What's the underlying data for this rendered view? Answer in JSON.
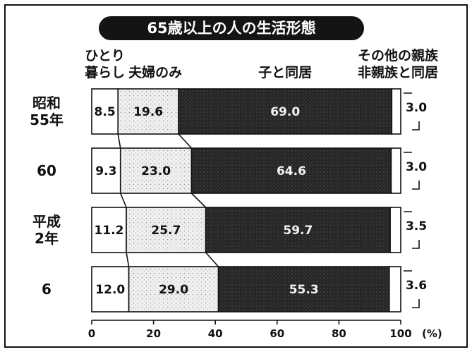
{
  "chart_data": {
    "type": "bar",
    "orientation": "horizontal",
    "stacked": true,
    "title": "65歳以上の人の生活形態",
    "categories": [
      [
        "昭和",
        "55年"
      ],
      [
        "60"
      ],
      [
        "平成",
        "2年"
      ],
      [
        "6"
      ]
    ],
    "series": [
      {
        "name": "ひとり暮らし",
        "name_lines": [
          "ひとり",
          "暮らし"
        ],
        "values": [
          8.5,
          9.3,
          11.2,
          12.0
        ],
        "color": "#ffffff"
      },
      {
        "name": "夫婦のみ",
        "values": [
          19.6,
          23.0,
          25.7,
          29.0
        ],
        "color": "#eeeeee"
      },
      {
        "name": "子と同居",
        "values": [
          69.0,
          64.6,
          59.7,
          55.3
        ],
        "color": "#2b2b2b"
      },
      {
        "name": "その他の親族 非親族と同居",
        "name_lines": [
          "その他の親族",
          "非親族と同居"
        ],
        "values": [
          3.0,
          3.0,
          3.5,
          3.6
        ],
        "color": "#ffffff"
      }
    ],
    "value_labels": [
      [
        "8.5",
        "19.6",
        "69.0",
        "3.0"
      ],
      [
        "9.3",
        "23.0",
        "64.6",
        "3.0"
      ],
      [
        "11.2",
        "25.7",
        "59.7",
        "3.5"
      ],
      [
        "12.0",
        "29.0",
        "55.3",
        "3.6"
      ]
    ],
    "xlim": [
      0,
      100
    ],
    "xticks": [
      0,
      20,
      40,
      60,
      80,
      100
    ],
    "xtick_labels": [
      "0",
      "20",
      "40",
      "60",
      "80",
      "100"
    ],
    "unit_label": "(%)",
    "grid": false,
    "legend": "top"
  }
}
